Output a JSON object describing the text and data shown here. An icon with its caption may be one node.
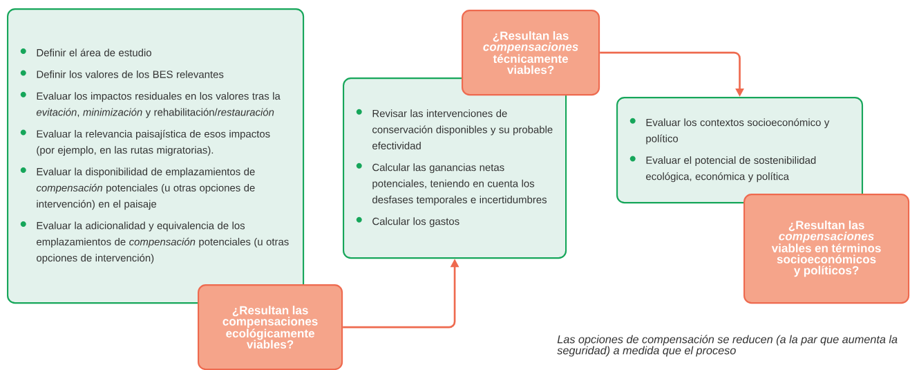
{
  "diagram": {
    "nodes": [
      {
        "text": [
          "Definir el área de estudio",
          "Definir los valores de los BES relevantes",
          "Evaluar los impactos residuales en los valores tras la *evitación*, *minimización* y rehabilitación/*restauración*",
          "Evaluar la relevancia paisajística de esos impactos (por ejemplo, en las rutas migratorias).",
          "Evaluar la disponibilidad de emplazamientos de *compensación* potenciales (u otras opciones de intervención) en el paisaje",
          "Evaluar la adicionalidad y equivalencia de los emplazamientos de *compensación* potenciales (u otras opciones de intervención)"
        ]
      },
      {
        "text": [
          "¿Resultan las compensaciones ecológicamente viables?"
        ]
      },
      {
        "text": [
          "Revisar las intervenciones de conservación disponibles y su probable efectividad",
          "Calcular las ganancias netas potenciales, teniendo en cuenta los desfases temporales e incertidumbres",
          "Calcular los gastos"
        ]
      },
      {
        "text": [
          "¿Resultan las *compensaciones* técnicamente viables?"
        ]
      },
      {
        "text": [
          "Evaluar los contextos socioeconómico y político",
          "Evaluar el potencial de sostenibilidad ecológica, económica y política"
        ]
      },
      {
        "text": [
          "¿Resultan las *compensaciones* viables en términos socioeconómicos y políticos?"
        ]
      }
    ],
    "edges": [
      {
        "from": 1,
        "to": 2,
        "arrow": "to"
      },
      {
        "from": 3,
        "to": 4,
        "arrow": "to"
      }
    ],
    "labels": [
      "Las opciones de compensación se reducen (a la par que aumenta la seguridad) a medida que el proceso"
    ]
  }
}
